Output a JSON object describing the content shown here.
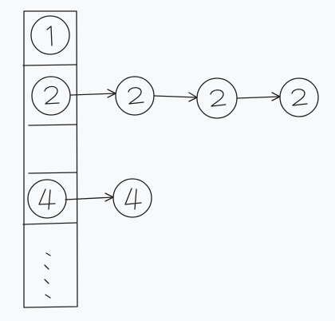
{
  "diagram": {
    "type": "hash-table-with-chaining",
    "colors": {
      "background": "#f8f9fa",
      "stroke": "#1e1e1e"
    },
    "buckets": [
      {
        "label": "1",
        "chain": []
      },
      {
        "label": "2",
        "chain": [
          "2",
          "2",
          "2"
        ]
      },
      {
        "label": "",
        "chain": []
      },
      {
        "label": "4",
        "chain": [
          "4"
        ]
      },
      {
        "label": "",
        "chain": [],
        "continuation": true
      }
    ]
  }
}
